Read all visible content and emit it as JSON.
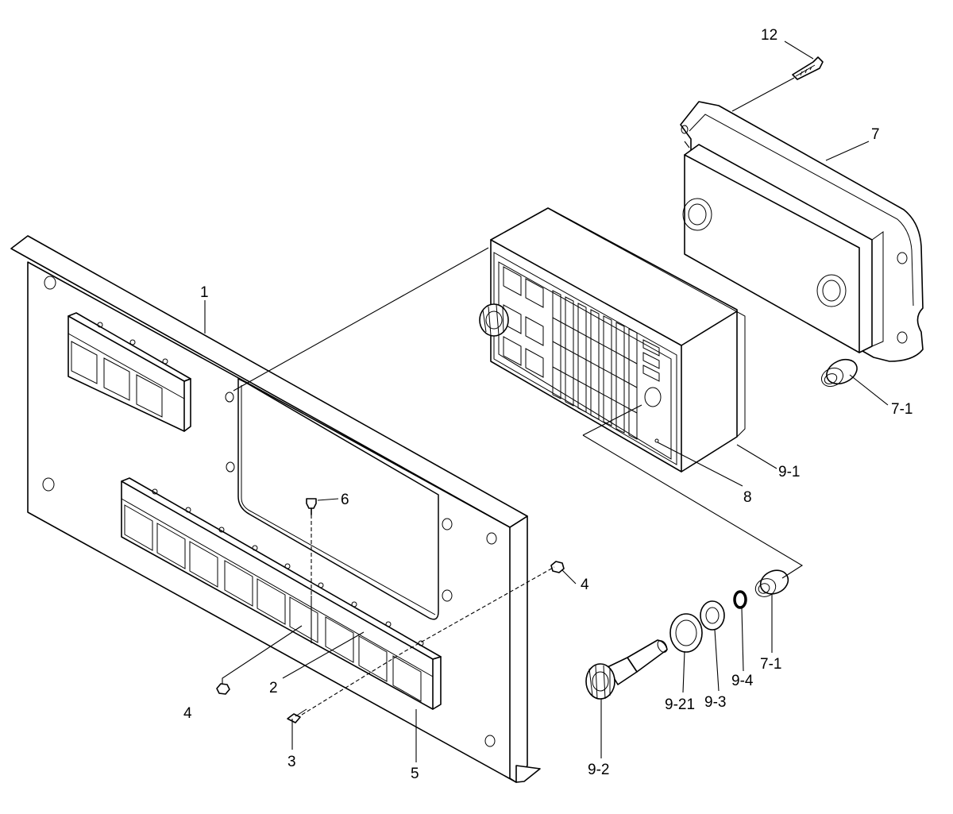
{
  "labels": {
    "l1": "1",
    "l2": "2",
    "l3": "3",
    "l4a": "4",
    "l4b": "4",
    "l5": "5",
    "l6": "6",
    "l7": "7",
    "l7_1a": "7-1",
    "l7_1b": "7-1",
    "l8": "8",
    "l9_1": "9-1",
    "l9_2": "9-2",
    "l9_21": "9-21",
    "l9_3": "9-3",
    "l9_4": "9-4",
    "l12": "12"
  }
}
